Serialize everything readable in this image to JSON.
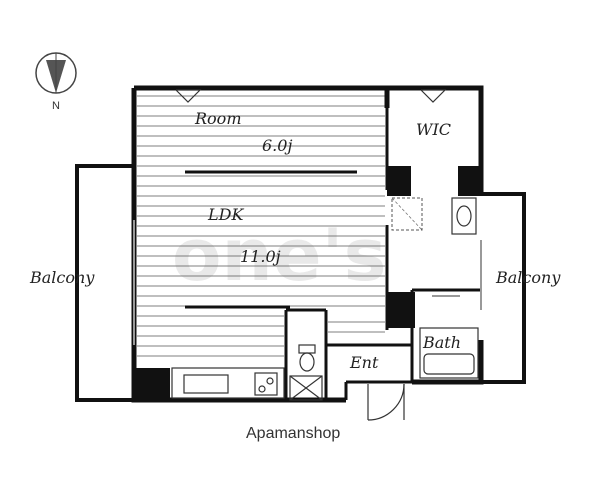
{
  "compass": {
    "north_letter": "N",
    "icon": "north-arrow-icon"
  },
  "rooms": {
    "room_label": "Room",
    "room_size": "6.0j",
    "wic_label": "WIC",
    "ldk_label": "LDK",
    "ldk_size": "11.0j",
    "balcony_left": "Balcony",
    "balcony_right": "Balcony",
    "entrance": "Ent",
    "bath": "Bath"
  },
  "watermark": "one's",
  "credit": "Apamanshop"
}
